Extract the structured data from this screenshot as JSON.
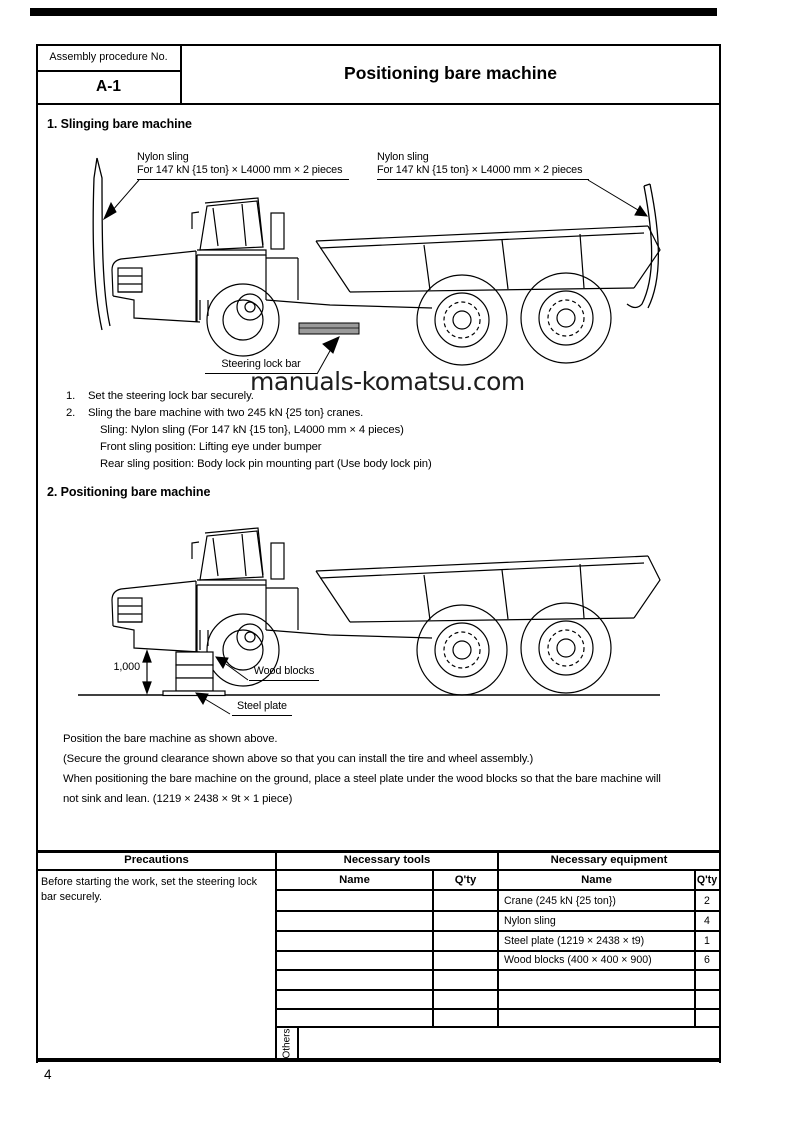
{
  "top_bar": {
    "color": "#000000"
  },
  "header": {
    "procedure_label": "Assembly procedure No.",
    "procedure_no": "A-1",
    "title": "Positioning bare machine"
  },
  "watermark": "manuals-komatsu.com",
  "section1": {
    "heading": "1.  Slinging bare machine",
    "sling_left": {
      "line1": "Nylon sling",
      "line2": "For 147 kN {15 ton} × L4000 mm × 2 pieces"
    },
    "sling_right": {
      "line1": "Nylon sling",
      "line2": "For 147 kN {15 ton} × L4000 mm × 2 pieces"
    },
    "steering_lock_label": "Steering lock bar",
    "steps": [
      {
        "no": "1.",
        "text": "Set the steering lock bar securely."
      },
      {
        "no": "2.",
        "text": "Sling the bare machine with two 245 kN {25 ton} cranes."
      }
    ],
    "step2_details": [
      "Sling: Nylon sling (For 147 kN {15 ton}, L4000 mm × 4 pieces)",
      "Front sling position: Lifting eye under bumper",
      "Rear sling position: Body lock pin mounting part (Use body lock pin)"
    ]
  },
  "section2": {
    "heading": "2.  Positioning bare machine",
    "dim_label": "1,000",
    "wood_blocks_label": "Wood blocks",
    "steel_plate_label": "Steel plate",
    "paragraph": [
      "Position the bare machine as shown above.",
      "(Secure the ground clearance shown above so that you can install the tire and wheel assembly.)",
      "When positioning the bare machine on the ground, place a steel plate under the wood blocks so that the bare machine will",
      "not sink and lean.  (1219 × 2438 × 9t × 1 piece)"
    ]
  },
  "table": {
    "precautions": {
      "header": "Precautions",
      "text": "Before starting the work, set the steering lock bar securely."
    },
    "tools": {
      "header": "Necessary tools",
      "name_col": "Name",
      "qty_col": "Q'ty"
    },
    "equipment": {
      "header": "Necessary equipment",
      "name_col": "Name",
      "qty_col": "Q'ty",
      "rows": [
        {
          "name": "Crane (245 kN {25 ton})",
          "qty": "2"
        },
        {
          "name": "Nylon sling",
          "qty": "4"
        },
        {
          "name": "Steel plate (1219 × 2438 × t9)",
          "qty": "1"
        },
        {
          "name": "Wood blocks (400 × 400 × 900)",
          "qty": "6"
        }
      ]
    },
    "others_label": "Others"
  },
  "page_number": "4"
}
